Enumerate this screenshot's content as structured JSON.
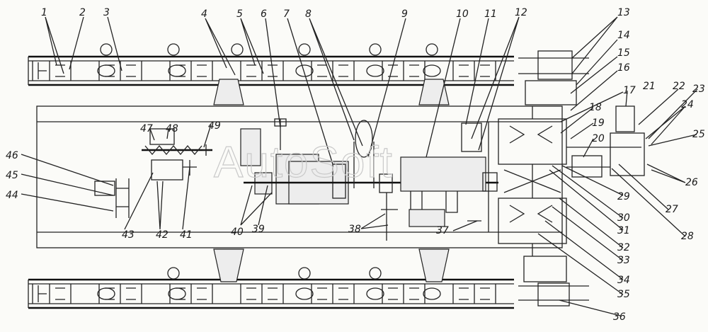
{
  "watermark": "AutoSoft",
  "callouts": [
    "1",
    "2",
    "3",
    "4",
    "5",
    "6",
    "7",
    "8",
    "9",
    "10",
    "11",
    "12",
    "13",
    "14",
    "15",
    "16",
    "17",
    "18",
    "19",
    "20",
    "21",
    "22",
    "23",
    "24",
    "25",
    "26",
    "27",
    "28",
    "29",
    "30",
    "31",
    "32",
    "33",
    "34",
    "35",
    "36",
    "37",
    "38",
    "39",
    "40",
    "41",
    "42",
    "43",
    "44",
    "45",
    "46",
    "47",
    "48",
    "49"
  ]
}
